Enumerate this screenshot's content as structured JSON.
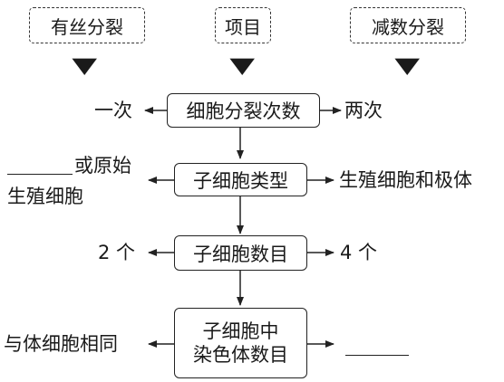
{
  "headers": {
    "mitosis": "有丝分裂",
    "item": "项目",
    "meiosis": "减数分裂"
  },
  "rows": [
    {
      "item": "细胞分裂次数",
      "mitosis": "一次",
      "meiosis": "两次"
    },
    {
      "item": "子细胞类型",
      "mitosis_line1": "或原始",
      "mitosis_line2": "生殖细胞",
      "meiosis": "生殖细胞和极体"
    },
    {
      "item": "子细胞数目",
      "mitosis": "2 个",
      "meiosis": "4 个"
    },
    {
      "item_line1": "子细胞中",
      "item_line2": "染色体数目",
      "mitosis": "与体细胞相同"
    }
  ]
}
